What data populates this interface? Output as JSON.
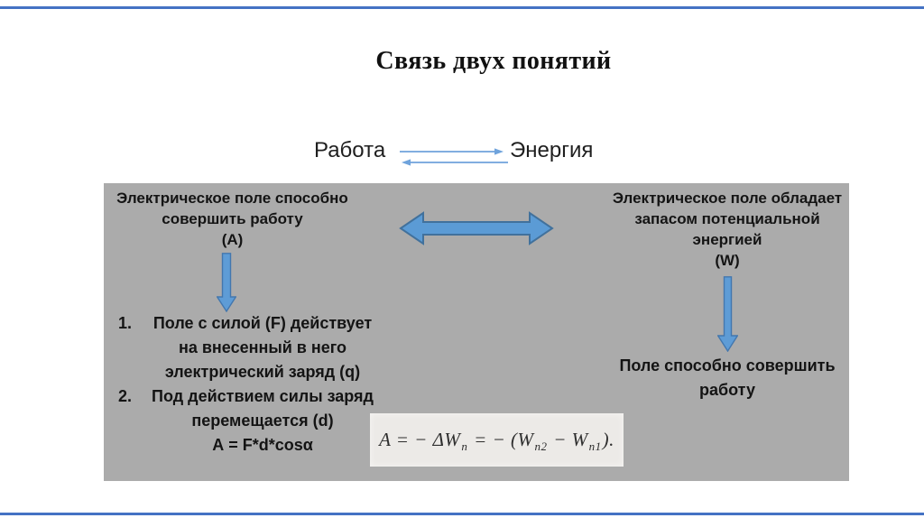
{
  "slide": {
    "title": "Связь двух понятий",
    "concept_left": "Работа",
    "concept_right": "Энергия"
  },
  "gray_panel": {
    "left_heading": {
      "lines": [
        "Электрическое поле способно",
        "совершить работу",
        "(А)"
      ]
    },
    "right_heading": {
      "lines": [
        "Электрическое поле обладает",
        "запасом потенциальной",
        "энергией",
        "(W)"
      ]
    },
    "list": {
      "items": [
        {
          "number": "1.",
          "lines": [
            "Поле с силой (F) действует",
            "на внесенный в него",
            "электрический заряд (q)"
          ]
        },
        {
          "number": "2.",
          "lines": [
            "Под действием силы заряд",
            "перемещается (d)"
          ]
        },
        {
          "number": "",
          "lines": [
            "А = F*d*cosα"
          ]
        }
      ]
    },
    "right_caption": {
      "lines": [
        "Поле способно совершить",
        "работу"
      ]
    },
    "formula": {
      "text": "A = − ΔW_п = − (W_п2 − W_п1).",
      "main_1": "A = − ΔW",
      "sub_1": "п",
      "main_2": " = − (W",
      "sub_2": "п2",
      "main_3": " − W",
      "sub_3": "п1",
      "main_4": ")."
    }
  },
  "icons": {
    "exchange_arrows": "two thin reciprocal blue arrows (right over left)",
    "double_arrow": "large horizontal two-headed blue arrow",
    "down_arrow": "blue block arrow pointing down"
  },
  "colors": {
    "accent_bar_blue": "#4472C4",
    "arrow_fill": "#5B9BD5",
    "arrow_border": "#41719C",
    "thin_arrow_blue": "#6FA3DC",
    "panel_gray": "#ABABAB",
    "formula_background": "#ECEAE7",
    "text": "#141414"
  }
}
